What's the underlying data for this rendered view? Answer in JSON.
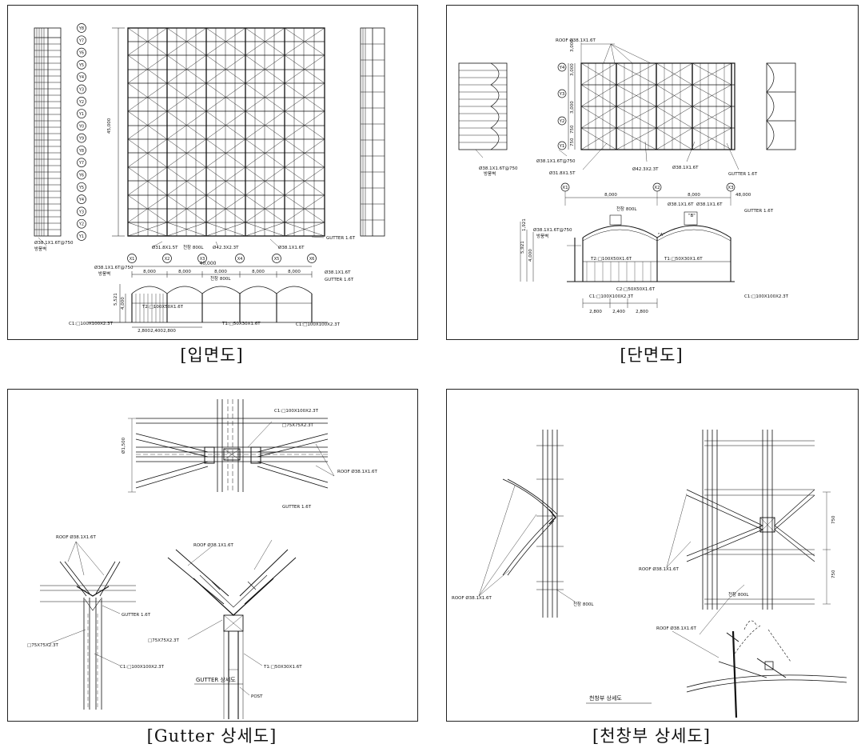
{
  "panels": [
    {
      "caption": "[입면도]",
      "labels": {
        "grid_top": [
          "Y8",
          "Y7",
          "Y6",
          "Y5",
          "Y4",
          "Y3",
          "Y2",
          "Y1",
          "Y0",
          "Y9",
          "Y8",
          "Y7",
          "Y6",
          "Y5",
          "Y4",
          "Y3",
          "Y2",
          "Y1"
        ],
        "grid_x": [
          "X1",
          "X2",
          "X3",
          "X4",
          "X5",
          "X6"
        ],
        "dim_total": "40,000",
        "dims_span": [
          "8,000",
          "8,000",
          "8,000",
          "8,000",
          "8,000"
        ],
        "height_dims": [
          "5,521",
          "4,000"
        ],
        "bottom_dims": [
          "2,800",
          "2,400",
          "2,800"
        ],
        "side_dim": "45,000",
        "notes": [
          "Ø38.1X1.6T@750",
          "Ø31.8X1.5T",
          "천창 800L",
          "Ø42.3X2.3T",
          "Ø38.1X1.6T",
          "GUTTER 1.6T",
          "Ø38.1X1.6T@750",
          "방풍벽",
          "Ø38.1X1.6T",
          "GUTTER 1.6T",
          "천창 800L",
          "T2:□100X50X1.6T",
          "C1:□100X100X2.3T",
          "T1:□50X30X1.6T",
          "C1:□100X100X2.3T",
          "방풍벽"
        ]
      }
    },
    {
      "caption": "[단면도]",
      "labels": {
        "roof_note": "ROOF Ø38.1X1.6T",
        "grid_y": [
          "Y4",
          "Y3",
          "Y2",
          "Y1"
        ],
        "vdims": [
          "3,000",
          "3,000",
          "3,000",
          "750",
          "750"
        ],
        "grid_x": [
          "X1",
          "X2",
          "X3"
        ],
        "span_dims": [
          "8,000",
          "8,000",
          "48,000"
        ],
        "notes": [
          "Ø38.1X1.6T@750",
          "방풍벽",
          "Ø38.1X1.6T@750",
          "Ø31.8X1.5T",
          "Ø42.3X2.3T",
          "Ø38.1X1.6T",
          "GUTTER 1.6T",
          "천창 800L",
          "Ø38.1X1.6T",
          "Ø38.1X1.6T",
          "\"B\"",
          "GUTTER 1.6T",
          "\"A\"",
          "Ø38.1X1.6T@750",
          "방풍벽",
          "T2:□100X50X1.6T",
          "T1:□50X30X1.6T",
          "C2:□50X50X1.6T",
          "C1:□100X100X2.3T",
          "C1:□100X100X2.3T"
        ],
        "height_dims": [
          "5,921",
          "4,000",
          "1,921"
        ],
        "bottom_dims": [
          "2,800",
          "2,400",
          "2,800"
        ]
      }
    },
    {
      "caption": "[Gutter 상세도]",
      "labels": {
        "notes": [
          "C1:□100X100X2.3T",
          "□75X75X2.3T",
          "ROOF Ø38.1X1.6T",
          "Ø1,500",
          "GUTTER 1.6T",
          "ROOF Ø38.1X1.6T",
          "ROOF Ø38.1X1.6T",
          "GUTTER 1.6T",
          "□75X75X2.3T",
          "□75X75X2.3T",
          "C1:□100X100X2.3T",
          "T1:□50X30X1.6T",
          "POST"
        ],
        "title": "GUTTER 상세도"
      }
    },
    {
      "caption": "[천창부 상세도]",
      "labels": {
        "notes": [
          "ROOF Ø38.1X1.6T",
          "천창 800L",
          "ROOF Ø38.1X1.6T",
          "750",
          "750",
          "천창 800L",
          "ROOF Ø38.1X1.6T"
        ],
        "title": "천창부 상세도"
      }
    }
  ]
}
